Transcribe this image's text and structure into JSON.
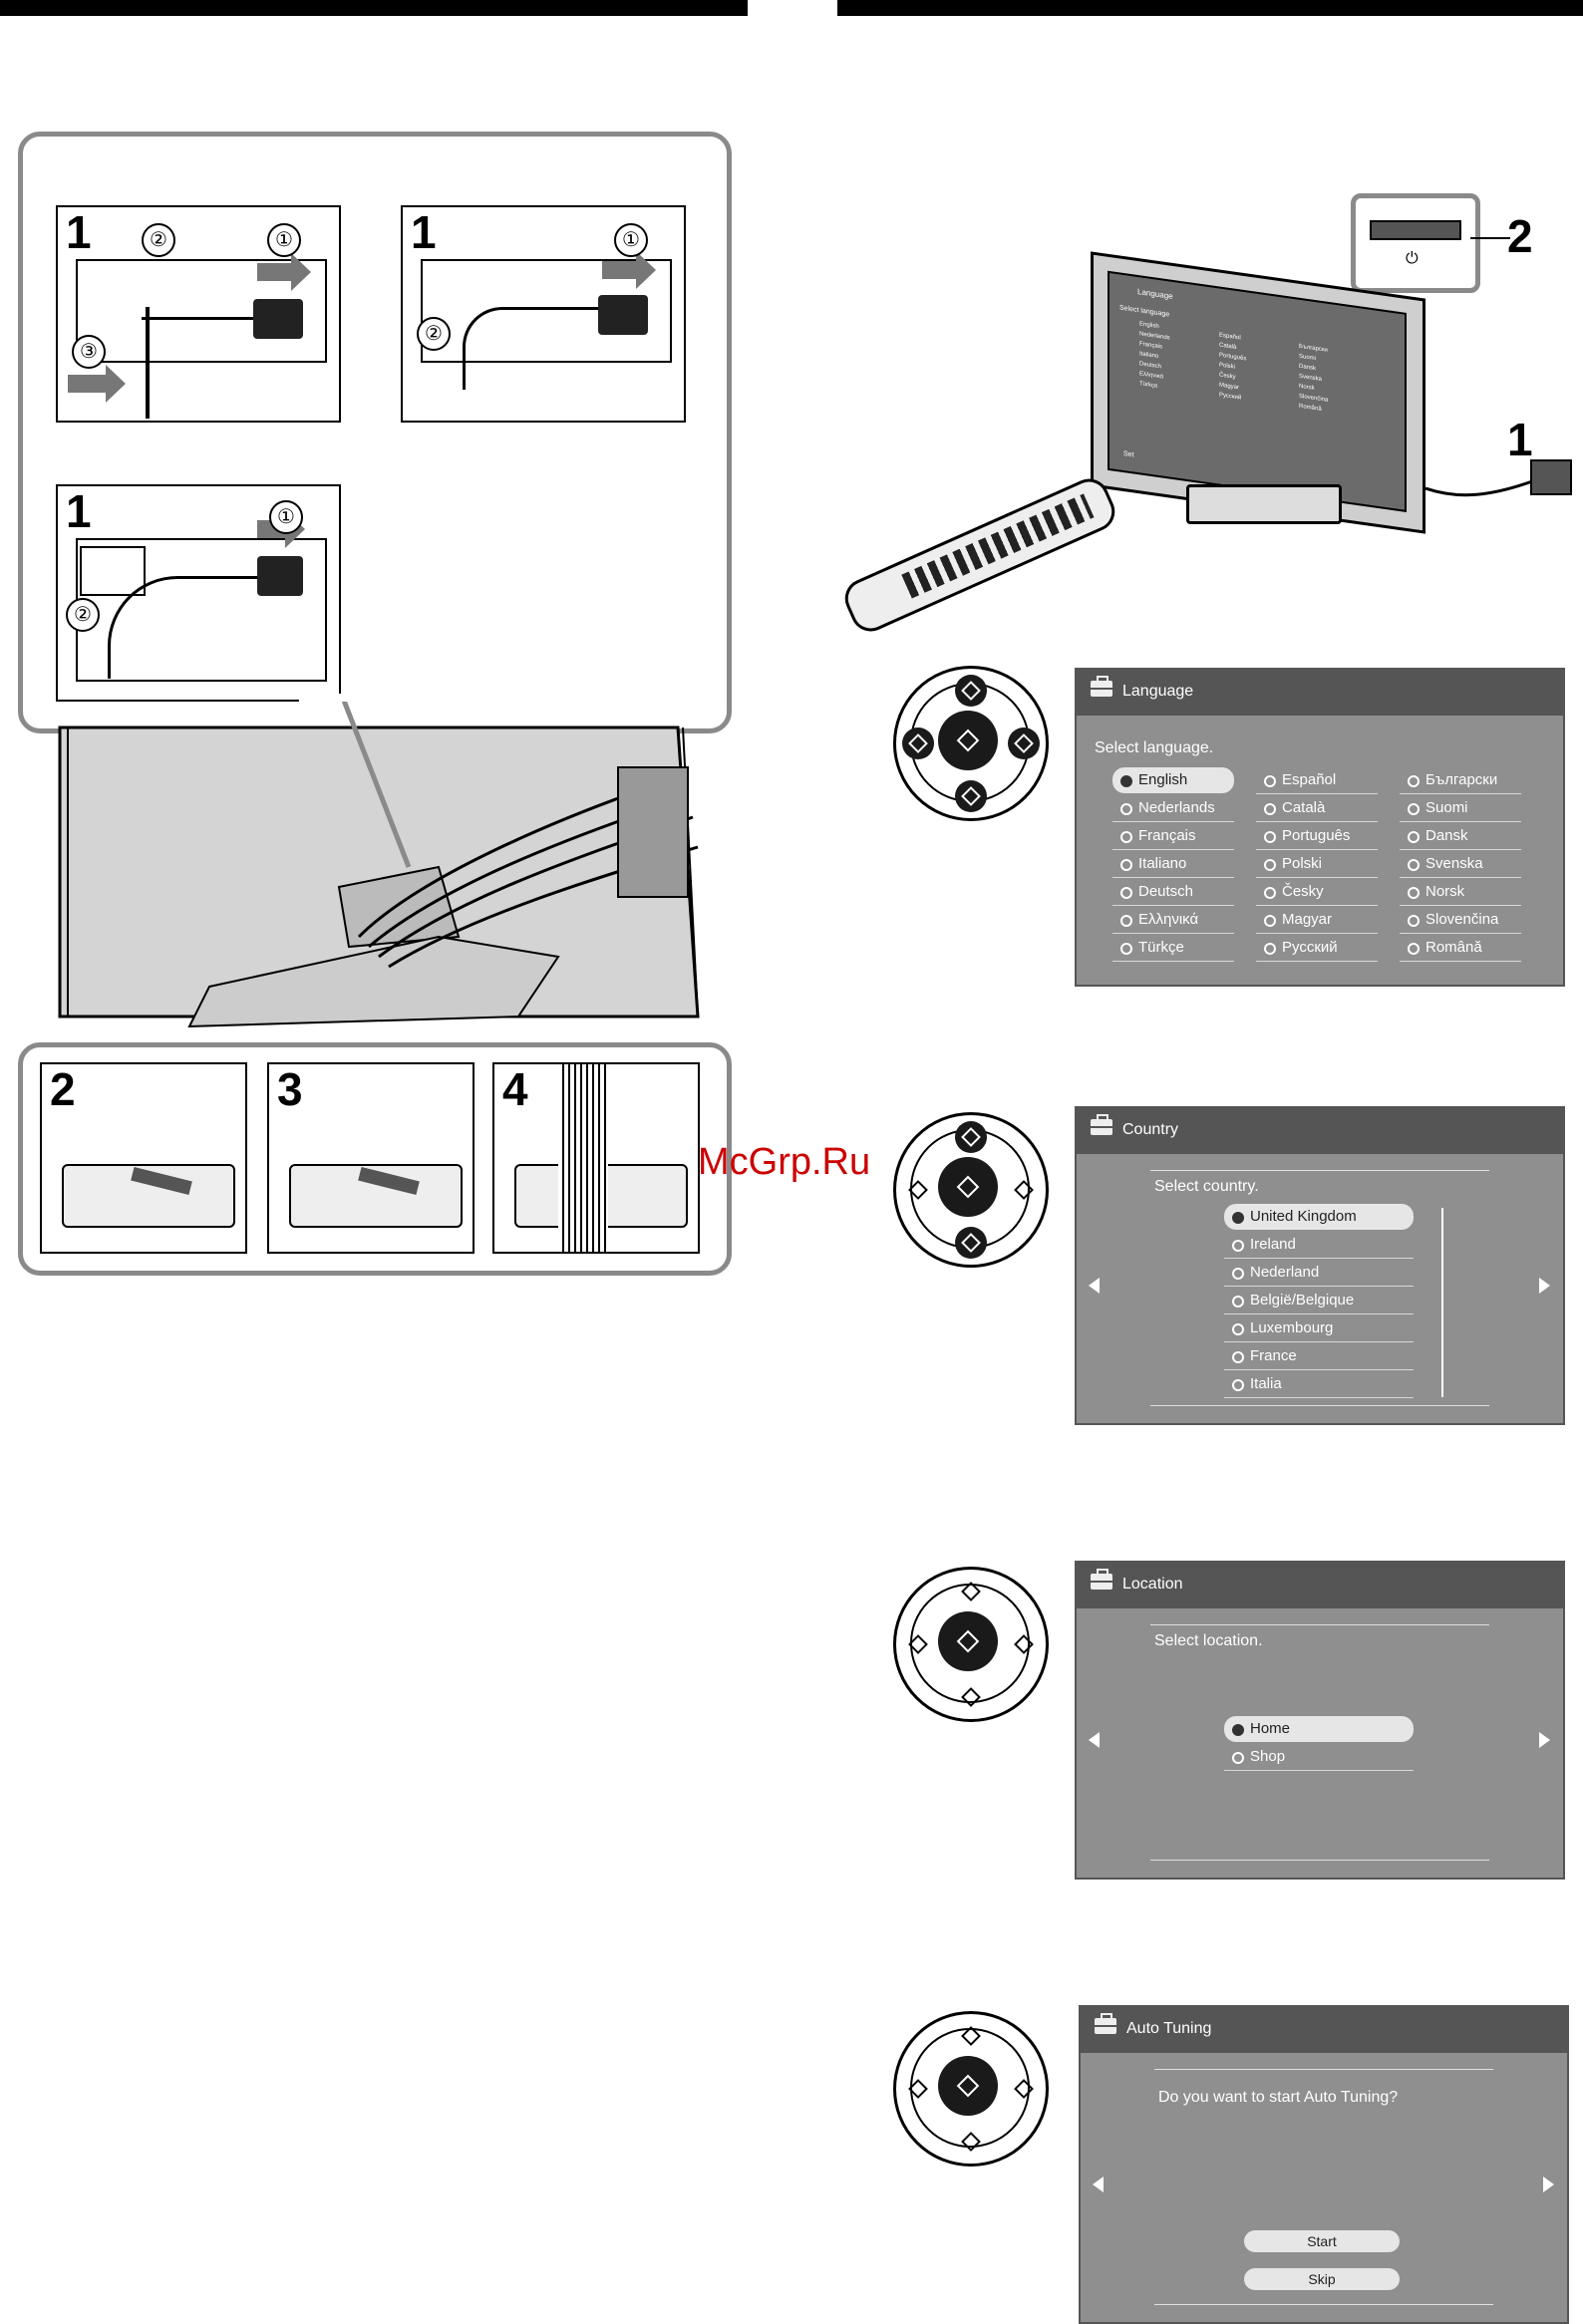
{
  "figure_a": {
    "panels": [
      {
        "num": "1",
        "marks": [
          "②",
          "①",
          "③"
        ]
      },
      {
        "num": "1",
        "marks": [
          "①",
          "②"
        ]
      },
      {
        "num": "1",
        "marks": [
          "①",
          "②"
        ]
      }
    ],
    "steps": [
      "2",
      "3",
      "4"
    ]
  },
  "figure_b": {
    "callouts": [
      "2",
      "1"
    ],
    "tv_screen": {
      "title": "Language",
      "prompt": "Select language",
      "set_label": "Set",
      "col1": [
        "English",
        "Nederlands",
        "Français",
        "Italiano",
        "Deutsch",
        "Ελληνικά",
        "Türkçe"
      ],
      "col2": [
        "Español",
        "Català",
        "Português",
        "Polski",
        "Česky",
        "Magyar",
        "Русский"
      ],
      "col3": [
        "Български",
        "Suomi",
        "Dansk",
        "Svenska",
        "Norsk",
        "Slovenčina",
        "Română"
      ]
    }
  },
  "language_screen": {
    "title": "Language",
    "prompt": "Select language.",
    "col1": [
      "English",
      "Nederlands",
      "Français",
      "Italiano",
      "Deutsch",
      "Ελληνικά",
      "Türkçe"
    ],
    "col2": [
      "Español",
      "Català",
      "Português",
      "Polski",
      "Česky",
      "Magyar",
      "Русский"
    ],
    "col3": [
      "Български",
      "Suomi",
      "Dansk",
      "Svenska",
      "Norsk",
      "Slovenčina",
      "Română"
    ],
    "selected": "English"
  },
  "country_screen": {
    "title": "Country",
    "prompt": "Select country.",
    "options": [
      "United Kingdom",
      "Ireland",
      "Nederland",
      "België/Belgique",
      "Luxembourg",
      "France",
      "Italia"
    ],
    "selected": "United Kingdom"
  },
  "location_screen": {
    "title": "Location",
    "prompt": "Select location.",
    "options": [
      "Home",
      "Shop"
    ],
    "selected": "Home"
  },
  "autotuning_screen": {
    "title": "Auto Tuning",
    "prompt": "Do you want to start Auto Tuning?",
    "start_label": "Start",
    "skip_label": "Skip"
  },
  "watermark": "McGrp.Ru"
}
